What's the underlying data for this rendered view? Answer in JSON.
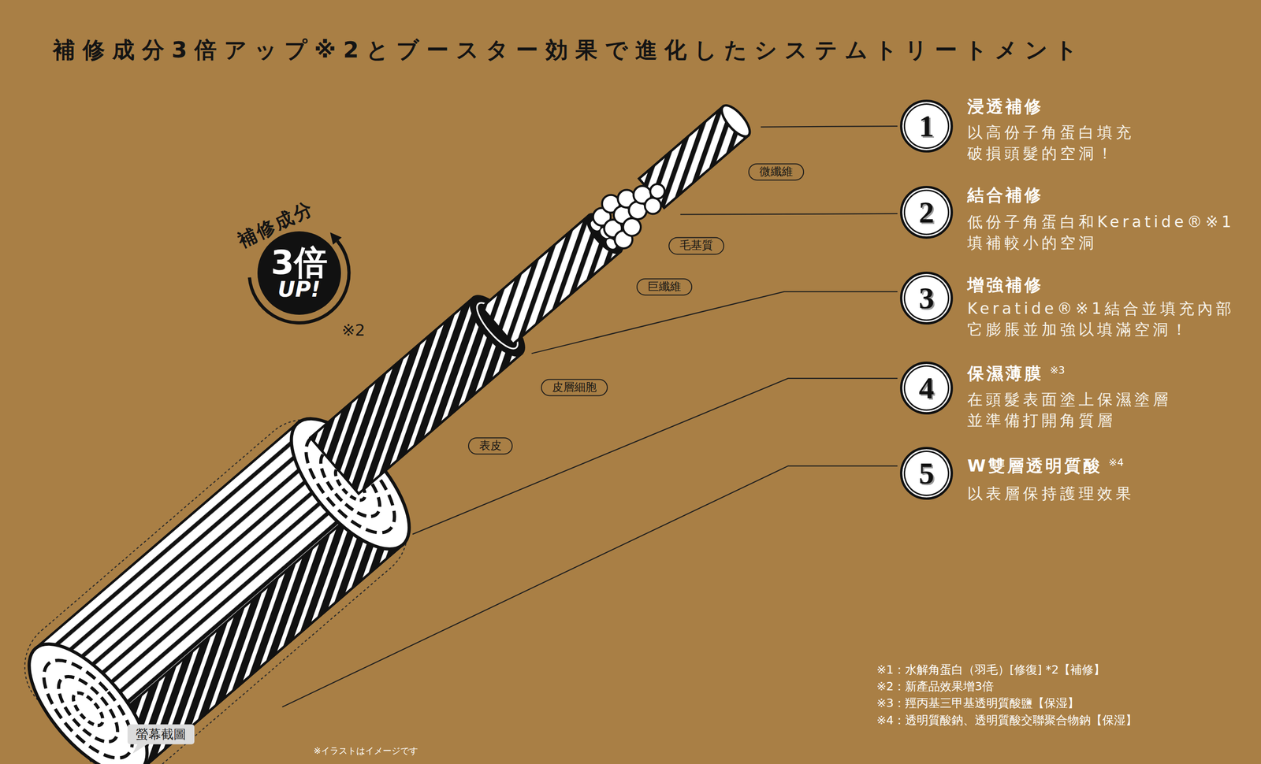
{
  "diagram": {
    "title": "補修成分3倍アップ※2とブースター効果で進化したシステムトリートメント",
    "nodes": [
      {
        "text": [
          "補修成分",
          "3倍",
          "UP!"
        ]
      },
      {
        "text": [
          "微纖維"
        ]
      },
      {
        "text": [
          "毛基質"
        ]
      },
      {
        "text": [
          "巨纖維"
        ]
      },
      {
        "text": [
          "皮層細胞"
        ]
      },
      {
        "text": [
          "表皮"
        ]
      },
      {
        "text": [
          "1",
          "浸透補修",
          "以高份子角蛋白填充 破損頭髮的空洞！"
        ]
      },
      {
        "text": [
          "2",
          "結合補修",
          "低份子角蛋白和Keratide®※1 填補較小的空洞"
        ]
      },
      {
        "text": [
          "3",
          "增強補修",
          "Keratide®※1結合並填充內部 它膨脹並加強以填滿空洞！"
        ]
      },
      {
        "text": [
          "4",
          "保濕薄膜",
          "※3",
          "在頭髮表面塗上保濕塗層 並準備打開角質層"
        ]
      },
      {
        "text": [
          "5",
          "W雙層透明質酸",
          "※4",
          "以表層保持護理效果"
        ]
      },
      {
        "text": [
          "螢幕截圖"
        ]
      }
    ],
    "labels": [
      "※2",
      "※1：水解角蛋白（羽毛）[修復] *2【補修】",
      "※2：新產品效果增3倍",
      "※3：羥丙基三甲基透明質酸鹽【保湿】",
      "※4：透明質酸鈉、透明質酸交聯聚合物鈉【保湿】",
      "※イラストはイメージです"
    ]
  }
}
